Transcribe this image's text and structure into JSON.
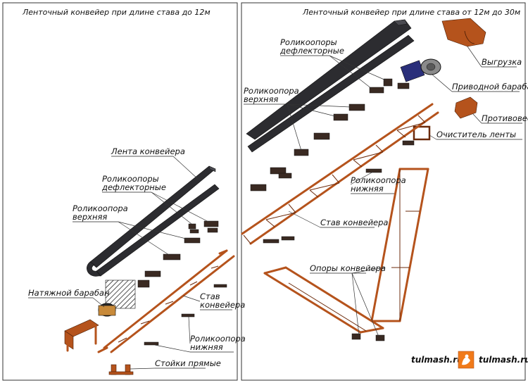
{
  "left_panel": {
    "title": "Ленточный конвейер при длине става до 12м",
    "labels": {
      "belt": "Лента конвейера",
      "deflector_rollers_1": "Роликоопоры",
      "deflector_rollers_2": "дефлекторные",
      "upper_roller_1": "Роликоопора",
      "upper_roller_2": "верхняя",
      "tension_drum": "Натяжной барабан",
      "frame_1": "Став",
      "frame_2": "конвейера",
      "lower_roller_1": "Роликоопора",
      "lower_roller_2": "нижняя",
      "straight_posts": "Стойки прямые"
    }
  },
  "right_panel": {
    "title": "Ленточный конвейер при длине става от 12м до 30м",
    "labels": {
      "deflector_rollers_1": "Роликоопоры",
      "deflector_rollers_2": "дефлекторные",
      "upper_roller_1": "Роликоопора",
      "upper_roller_2": "верхняя",
      "unloading": "Выгрузка",
      "drive_drum": "Приводной барабан",
      "counterweight": "Противовес",
      "belt_cleaner": "Очиститель ленты",
      "lower_roller_1": "Роликоопора",
      "lower_roller_2": "нижняя",
      "frame": "Став конвейера",
      "supports": "Опоры конвейера"
    }
  },
  "watermark": {
    "site_left": "tulmash.ru",
    "site_right": "tulmash.ru"
  },
  "colors": {
    "frame_rust": "#b5531c",
    "belt_dark": "#2c2c30",
    "drive_blue": "#2a2f7a"
  }
}
